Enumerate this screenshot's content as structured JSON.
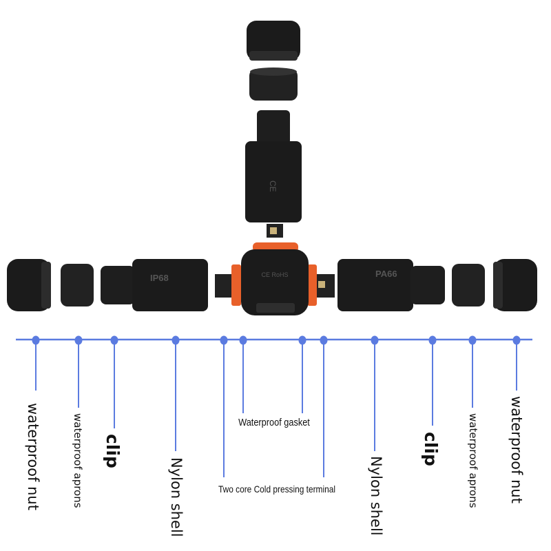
{
  "colors": {
    "accent": "#5b7be0",
    "part": "#1b1b1b",
    "gasket": "#e8602a"
  },
  "product_markings": {
    "left_shell": "IP68",
    "right_shell": "PA66",
    "body": "CE RoHS",
    "top_shell": "CE"
  },
  "labels": {
    "left_nut": "waterproof nut",
    "left_apron": "waterproof aprons",
    "left_clip": "clip",
    "left_shell": "Nylon shell",
    "gasket": "Waterproof gasket",
    "terminal": "Two core Cold pressing terminal",
    "right_shell": "Nylon shell",
    "right_clip": "clip",
    "right_apron": "waterproof aprons",
    "right_nut": "waterproof nut"
  }
}
